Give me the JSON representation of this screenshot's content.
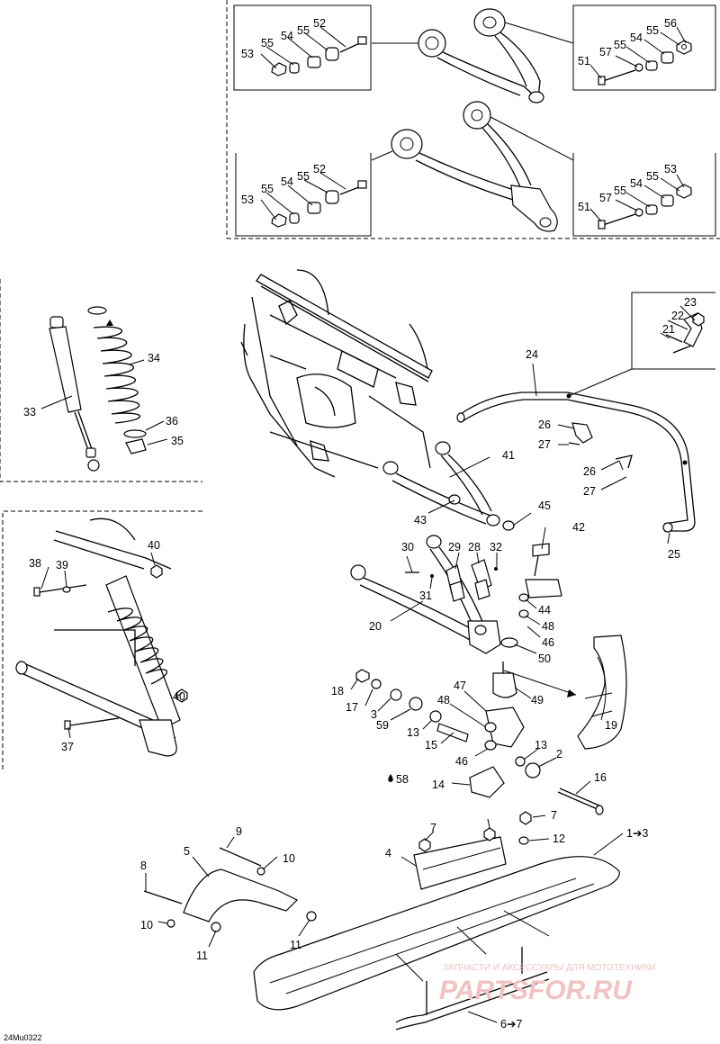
{
  "diagram": {
    "code": "24Mu0322",
    "watermark_text": "ЗАПЧАСТИ И АКСЕССУАРЫ ДЛЯ МОТОТЕХНИКИ",
    "watermark_logo": "PARTSFOR.RU",
    "labels": {
      "a52": "52",
      "a55": "55",
      "a54": "54",
      "a55b": "55",
      "a53": "53",
      "b55": "55",
      "b54": "54",
      "b55b": "55",
      "b56": "56",
      "b51": "51",
      "b57": "57",
      "c52": "52",
      "c55": "55",
      "c54": "54",
      "c55b": "55",
      "c53": "53",
      "d53": "53",
      "d55": "55",
      "d54": "54",
      "d55b": "55",
      "d51": "51",
      "d57": "57",
      "p33": "33",
      "p34": "34",
      "p36": "36",
      "p35": "35",
      "p23": "23",
      "p22": "22",
      "p21": "21",
      "p24": "24",
      "p26": "26",
      "p27": "27",
      "p26b": "26",
      "p27b": "27",
      "p41": "41",
      "p43": "43",
      "p45": "45",
      "p42": "42",
      "p25": "25",
      "p30": "30",
      "p29": "29",
      "p28": "28",
      "p32": "32",
      "p31": "31",
      "p44": "44",
      "p48": "48",
      "p46": "46",
      "p50": "50",
      "p20": "20",
      "p19": "19",
      "p49": "49",
      "p47": "47",
      "p48b": "48",
      "p18": "18",
      "p17": "17",
      "p3": "3",
      "p59": "59",
      "p13": "13",
      "p15": "15",
      "p46b": "46",
      "p13b": "13",
      "p2": "2",
      "p58": "58",
      "p14": "14",
      "p16": "16",
      "p38": "38",
      "p39": "39",
      "p40": "40",
      "p40b": "40",
      "p37": "37",
      "p9": "9",
      "p5": "5",
      "p10": "10",
      "p8": "8",
      "p10b": "10",
      "p11": "11",
      "p11b": "11",
      "p7": "7",
      "p7b": "7",
      "p4": "4",
      "p12": "12",
      "p1to3": "1➔3",
      "p6to7": "6➔7"
    }
  }
}
